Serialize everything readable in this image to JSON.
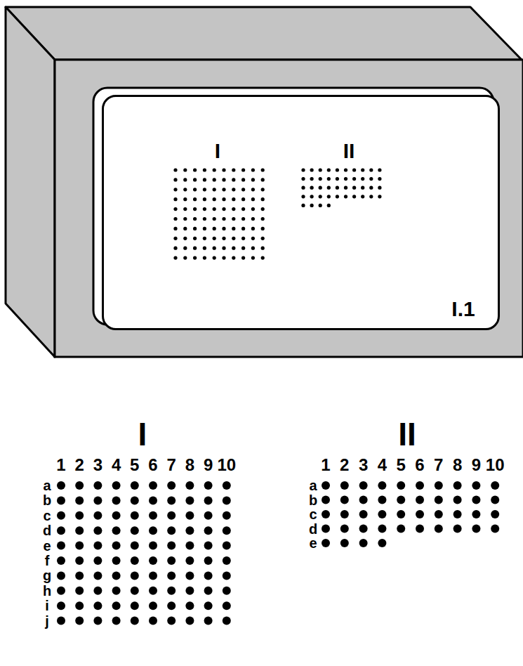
{
  "diagram": {
    "nodes": [
      {
        "text": [
          "I",
          "II",
          "I.1"
        ]
      }
    ],
    "labels": [
      "I",
      "II",
      "1",
      "2",
      "3",
      "4",
      "5",
      "6",
      "7",
      "8",
      "9",
      "10",
      "a",
      "b",
      "c",
      "d",
      "e",
      "f",
      "g",
      "h",
      "i",
      "j",
      "1",
      "2",
      "3",
      "4",
      "5",
      "6",
      "7",
      "8",
      "9",
      "10",
      "a",
      "b",
      "c",
      "d",
      "e"
    ]
  }
}
